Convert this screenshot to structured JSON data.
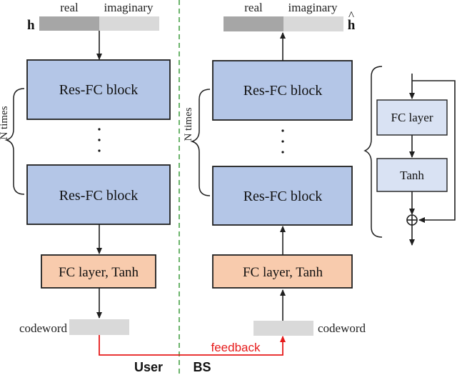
{
  "colors": {
    "block_fill": "#b4c6e7",
    "block_stroke": "#1f1f1f",
    "fc_fill": "#f8cbad",
    "small_block_fill": "#d9e2f3",
    "divider": "#3a9b3a",
    "feedback": "#e61a1a",
    "bar_real": "#a6a6a6",
    "bar_imag": "#d9d9d9",
    "codeword_bar": "#d9d9d9"
  },
  "user": {
    "input_symbol": "h",
    "bar_left_label": "real",
    "bar_right_label": "imaginary",
    "block_top": "Res-FC block",
    "block_bottom": "Res-FC block",
    "repeat_label": "N times",
    "fc_label": "FC layer, Tanh",
    "codeword_label": "codeword",
    "side_label": "User"
  },
  "bs": {
    "output_symbol": "h",
    "output_hat": "^",
    "bar_left_label": "real",
    "bar_right_label": "imaginary",
    "block_top": "Res-FC block",
    "block_bottom": "Res-FC block",
    "repeat_label": "N times",
    "fc_label": "FC layer, Tanh",
    "codeword_label": "codeword",
    "side_label": "BS"
  },
  "detail": {
    "fc_label": "FC layer",
    "tanh_label": "Tanh",
    "sum_symbol": "⊕"
  },
  "feedback_label": "feedback"
}
